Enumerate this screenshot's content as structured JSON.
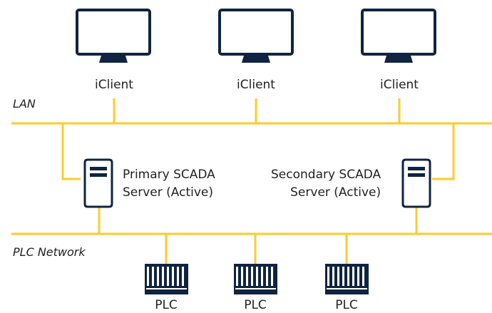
{
  "network": {
    "lan_label": "LAN",
    "plc_network_label": "PLC Network",
    "line_color": "#FFCB2E",
    "icon_color": "#0F2440"
  },
  "clients": [
    {
      "label": "iClient",
      "icon": "monitor-icon"
    },
    {
      "label": "iClient",
      "icon": "monitor-icon"
    },
    {
      "label": "iClient",
      "icon": "monitor-icon"
    }
  ],
  "servers": [
    {
      "line1": "Primary SCADA",
      "line2": "Server (Active)",
      "icon": "server-icon"
    },
    {
      "line1": "Secondary SCADA",
      "line2": "Server (Active)",
      "icon": "server-icon"
    }
  ],
  "plcs": [
    {
      "label": "PLC",
      "icon": "plc-icon"
    },
    {
      "label": "PLC",
      "icon": "plc-icon"
    },
    {
      "label": "PLC",
      "icon": "plc-icon"
    }
  ]
}
